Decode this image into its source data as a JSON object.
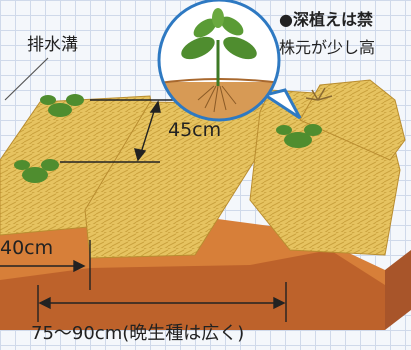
{
  "labels": {
    "drainage_ditch": "排水溝",
    "planting_depth": "45cm",
    "trench_width": "40cm",
    "row_spacing": "75〜90cm(晩生種は広く)"
  },
  "note": {
    "title": "●深植えは禁",
    "body": "株元が少し高"
  },
  "colors": {
    "straw": "#e6c360",
    "soil_top": "#d77f39",
    "soil_side": "#bd622b",
    "plant_leaf": "#4f8d2f",
    "callout_circle": "#2e79c2"
  },
  "icons": [
    "seedling-plant",
    "root-ball",
    "dried-plant"
  ]
}
